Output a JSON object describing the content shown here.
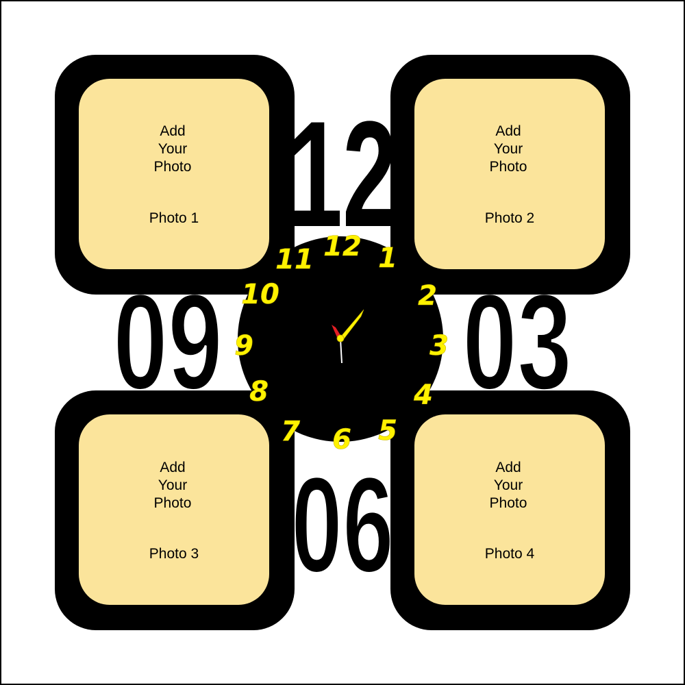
{
  "colors": {
    "background": "#ffffff",
    "frame": "#000000",
    "photo_fill": "#fbe49b",
    "dial_numbers": "#fff200",
    "hand_minute": "#fff200",
    "hand_hour": "#e31e24",
    "hand_second": "#ffffff"
  },
  "big_numbers": {
    "top": "12",
    "left": "09",
    "right": "03",
    "bottom": "06"
  },
  "dial_numbers": [
    "12",
    "1",
    "2",
    "3",
    "4",
    "5",
    "6",
    "7",
    "8",
    "9",
    "10",
    "11"
  ],
  "photos": [
    {
      "line1": "Add",
      "line2": "Your",
      "line3": "Photo",
      "label": "Photo 1"
    },
    {
      "line1": "Add",
      "line2": "Your",
      "line3": "Photo",
      "label": "Photo 2"
    },
    {
      "line1": "Add",
      "line2": "Your",
      "line3": "Photo",
      "label": "Photo 3"
    },
    {
      "line1": "Add",
      "line2": "Your",
      "line3": "Photo",
      "label": "Photo 4"
    }
  ]
}
